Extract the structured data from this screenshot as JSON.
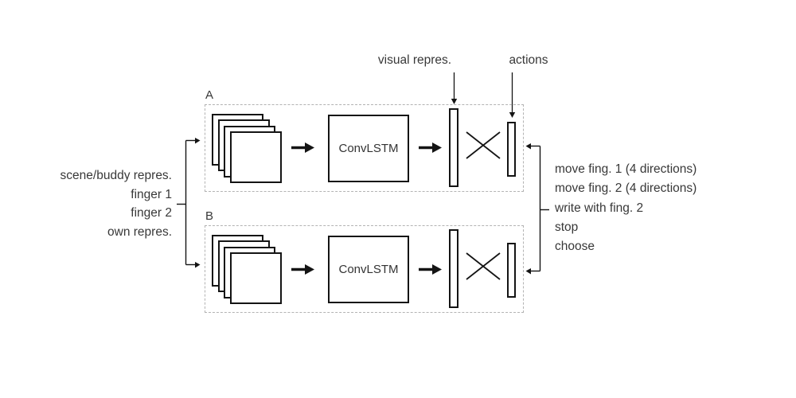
{
  "top_labels": {
    "visual": "visual repres.",
    "actions": "actions"
  },
  "blocks": [
    {
      "label": "A",
      "conv_label": "ConvLSTM"
    },
    {
      "label": "B",
      "conv_label": "ConvLSTM"
    }
  ],
  "left_inputs": {
    "lines": [
      "scene/buddy repres.",
      "finger 1",
      "finger 2",
      "own repres."
    ]
  },
  "right_outputs": {
    "lines": [
      "move fing. 1 (4 directions)",
      "move fing. 2 (4 directions)",
      "write with fing. 2",
      "stop",
      "choose"
    ]
  },
  "colors": {
    "stroke": "#141414",
    "dashed_border": "#b3b3b3",
    "text": "#383838",
    "background": "#ffffff"
  }
}
